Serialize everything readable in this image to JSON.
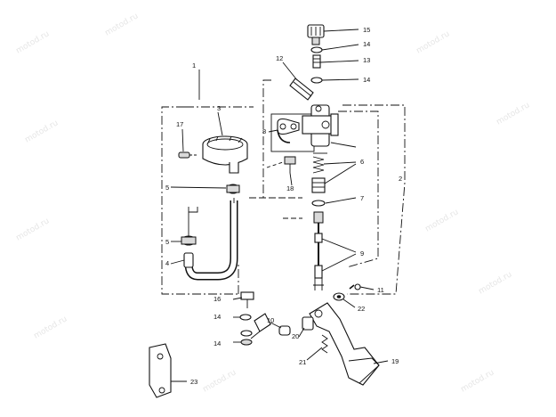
{
  "watermark": "motod.ru",
  "callouts": {
    "n1": "1",
    "n2": "2",
    "n3": "3",
    "n4": "4",
    "n5a": "5",
    "n5b": "5",
    "n6": "6",
    "n7": "7",
    "n8": "8",
    "n9": "9",
    "n10": "10",
    "n11": "11",
    "n12": "12",
    "n13": "13",
    "n14a": "14",
    "n14b": "14",
    "n14c": "14",
    "n14d": "14",
    "n15": "15",
    "n16": "16",
    "n17": "17",
    "n18": "18",
    "n19": "19",
    "n20": "20",
    "n21": "21",
    "n22": "22",
    "n23": "23"
  }
}
